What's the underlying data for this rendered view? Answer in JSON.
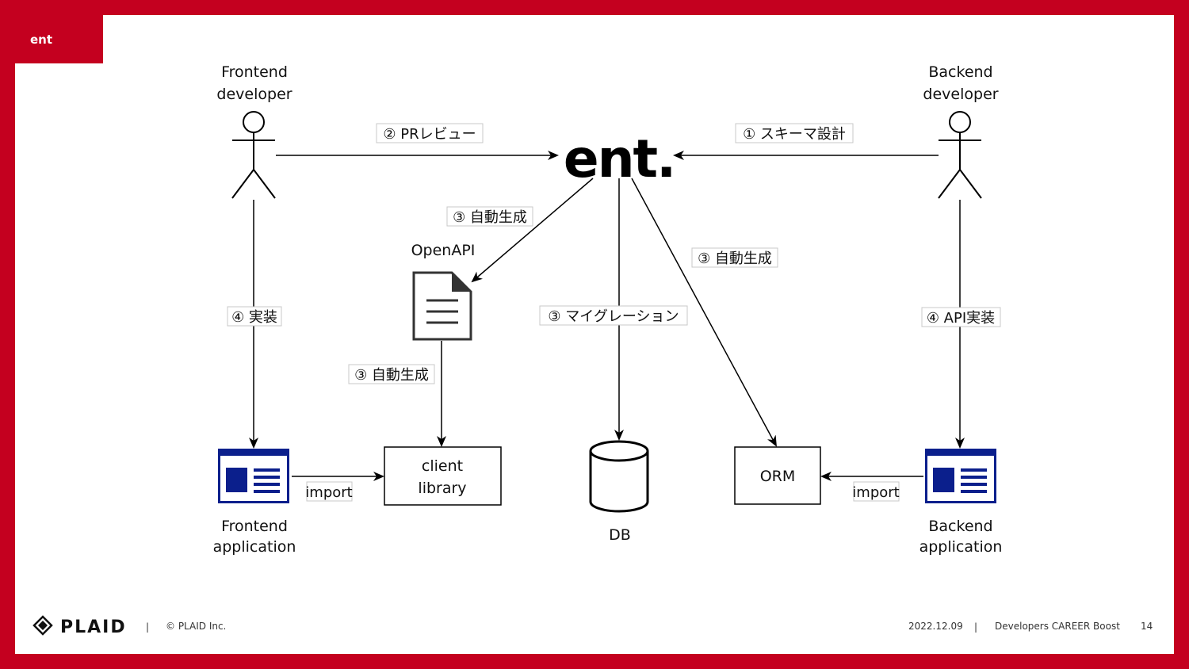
{
  "header": {
    "tag": "ent"
  },
  "diagram": {
    "logo_text": "ent.",
    "actors": {
      "frontend_dev": [
        "Frontend",
        "developer"
      ],
      "backend_dev": [
        "Backend",
        "developer"
      ]
    },
    "nodes": {
      "openapi": "OpenAPI",
      "client_library": [
        "client",
        "library"
      ],
      "db": "DB",
      "orm": "ORM",
      "frontend_app": [
        "Frontend",
        "application"
      ],
      "backend_app": [
        "Backend",
        "application"
      ]
    },
    "edges": {
      "pr_review": "② PRレビュー",
      "schema_design": "① スキーマ設計",
      "gen_openapi": "③ 自動生成",
      "gen_client": "③ 自動生成",
      "gen_orm": "③ 自動生成",
      "migration": "③ マイグレーション",
      "implement": "④ 実装",
      "api_impl": "④ API実装",
      "import_front": "import",
      "import_back": "import"
    }
  },
  "footer": {
    "logo": "PLAID",
    "separator": "|",
    "copyright": "© PLAID Inc.",
    "date": "2022.12.09",
    "event": "Developers CAREER Boost",
    "page": "14"
  },
  "colors": {
    "brand_red": "#c4001f",
    "app_blue": "#0b1f8c"
  }
}
